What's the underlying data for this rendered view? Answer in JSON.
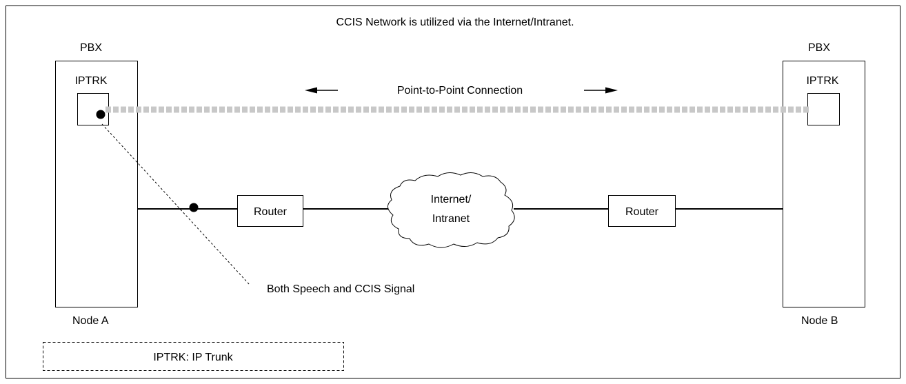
{
  "title": "CCIS Network is utilized via the Internet/Intranet.",
  "node_a": {
    "label": "Node A",
    "pbx": "PBX",
    "iptrk": "IPTRK"
  },
  "node_b": {
    "label": "Node B",
    "pbx": "PBX",
    "iptrk": "IPTRK"
  },
  "connection_label": "Point-to-Point Connection",
  "router_left": "Router",
  "router_right": "Router",
  "cloud": {
    "line1": "Internet/",
    "line2": "Intranet"
  },
  "signal_label": "Both Speech and CCIS Signal",
  "legend": "IPTRK: IP Trunk",
  "colors": {
    "dashed_link": "#c8c8c8",
    "line": "#000000",
    "background": "#ffffff"
  }
}
